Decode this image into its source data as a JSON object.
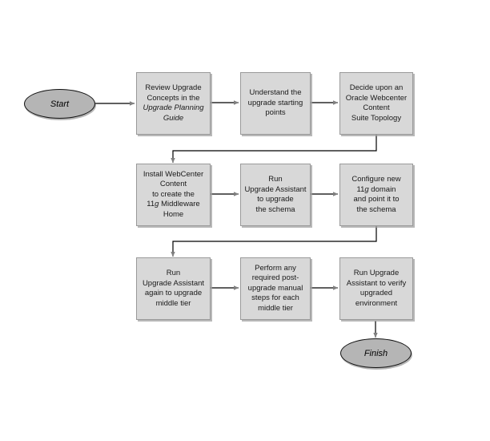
{
  "diagram": {
    "title": "WebCenter Content Upgrade Process Flowchart",
    "type": "flowchart",
    "background_color": "#ffffff",
    "process_fill": "#d8d8d8",
    "process_border": "#9a9a9a",
    "terminator_fill": "#b5b5b5",
    "terminator_border": "#111111",
    "connector_color": "#000000",
    "arrowhead_color": "#808080"
  },
  "nodes": {
    "start": {
      "label": "Start",
      "shape": "ellipse"
    },
    "finish": {
      "label": "Finish",
      "shape": "ellipse"
    },
    "step1": {
      "shape": "process",
      "line1": "Review Upgrade",
      "line2": "Concepts in the",
      "line3": "Upgrade Planning",
      "line4": "Guide"
    },
    "step2": {
      "shape": "process",
      "line1": "Understand the",
      "line2": "upgrade starting",
      "line3": "points"
    },
    "step3": {
      "shape": "process",
      "line1": "Decide upon an",
      "line2": "Oracle Webcenter",
      "line3": "Content",
      "line4": "Suite Topology"
    },
    "step4": {
      "shape": "process",
      "line1": "Install WebCenter",
      "line2": "Content",
      "line3": "to  create the",
      "line4_pre": "11",
      "line4_it": "g",
      "line4_post": " Middleware",
      "line5": "Home"
    },
    "step5": {
      "shape": "process",
      "line1": "Run",
      "line2": "Upgrade Assistant",
      "line3": "to upgrade",
      "line4": "the schema"
    },
    "step6": {
      "shape": "process",
      "line1": "Configure new",
      "line2_pre": "11",
      "line2_it": "g",
      "line2_post": " domain",
      "line3": "and point it to",
      "line4": "the schema"
    },
    "step7": {
      "shape": "process",
      "line1": "Run",
      "line2": "Upgrade Assistant",
      "line3": "again to upgrade",
      "line4": "middle tier"
    },
    "step8": {
      "shape": "process",
      "line1": "Perform any",
      "line2": "required post-",
      "line3": "upgrade manual",
      "line4": "steps for each",
      "line5": "middle tier"
    },
    "step9": {
      "shape": "process",
      "line1": "Run Upgrade",
      "line2": "Assistant to verify",
      "line3": "upgraded",
      "line4": "environment"
    }
  },
  "edges": [
    {
      "from": "start",
      "to": "step1",
      "kind": "straight-right"
    },
    {
      "from": "step1",
      "to": "step2",
      "kind": "straight-right"
    },
    {
      "from": "step2",
      "to": "step3",
      "kind": "straight-right"
    },
    {
      "from": "step3",
      "to": "step4",
      "kind": "elbow-down-left-down"
    },
    {
      "from": "step4",
      "to": "step5",
      "kind": "straight-right"
    },
    {
      "from": "step5",
      "to": "step6",
      "kind": "straight-right"
    },
    {
      "from": "step6",
      "to": "step7",
      "kind": "elbow-down-left-down"
    },
    {
      "from": "step7",
      "to": "step8",
      "kind": "straight-right"
    },
    {
      "from": "step8",
      "to": "step9",
      "kind": "straight-right"
    },
    {
      "from": "step9",
      "to": "finish",
      "kind": "straight-down"
    }
  ]
}
